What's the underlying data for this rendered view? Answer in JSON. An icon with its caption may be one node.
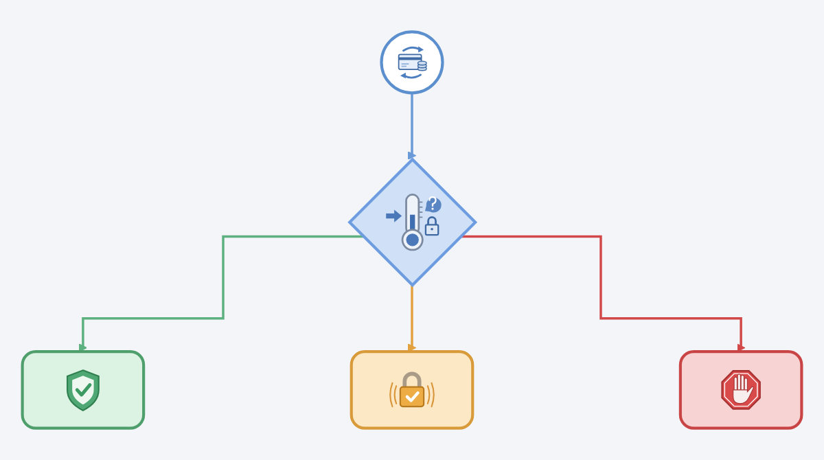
{
  "diagram": {
    "nodes": [
      {
        "text": [],
        "shape": "circle"
      },
      {
        "text": [],
        "shape": "diamond"
      },
      {
        "text": [],
        "shape": "box"
      },
      {
        "text": [],
        "shape": "box"
      },
      {
        "text": [],
        "shape": "box"
      }
    ],
    "edges": [
      {
        "from": 0,
        "to": 1,
        "arrow": "to",
        "color": "#6a9bd8"
      },
      {
        "from": 1,
        "to": 2,
        "arrow": "to",
        "color": "#5db07f"
      },
      {
        "from": 1,
        "to": 3,
        "arrow": "to",
        "color": "#e3a23f"
      },
      {
        "from": 1,
        "to": 4,
        "arrow": "to",
        "color": "#d24848"
      }
    ]
  }
}
